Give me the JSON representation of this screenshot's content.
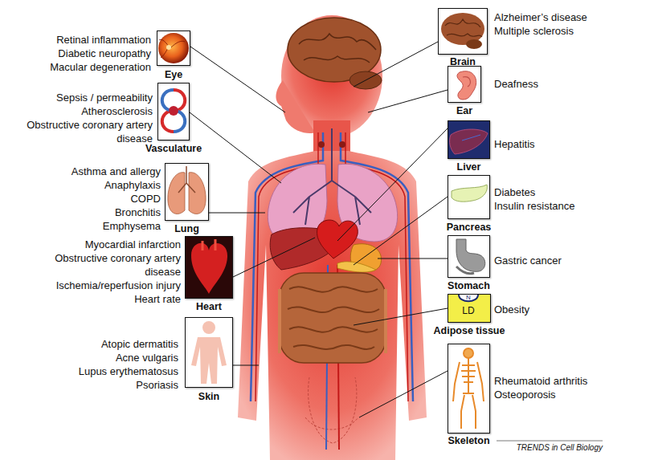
{
  "diagram": {
    "nodes": [
      {
        "text": [
          "Eye",
          "Retinal inflammation",
          "Diabetic neuropathy",
          "Macular degeneration"
        ]
      },
      {
        "text": [
          "Vasculature",
          "Sepsis / permeability",
          "Atherosclerosis",
          "Obstructive coronary artery disease"
        ]
      },
      {
        "text": [
          "Lung",
          "Asthma and allergy",
          "Anaphylaxis",
          "COPD",
          "Bronchitis",
          "Emphysema"
        ]
      },
      {
        "text": [
          "Heart",
          "Myocardial infarction",
          "Obstructive coronary artery disease",
          "Ischemia/reperfusion injury",
          "Heart rate"
        ]
      },
      {
        "text": [
          "Skin",
          "Atopic dermatitis",
          "Acne vulgaris",
          "Lupus erythematosus",
          "Psoriasis"
        ]
      },
      {
        "text": [
          "Brain",
          "Alzheimer’s disease",
          "Multiple sclerosis"
        ]
      },
      {
        "text": [
          "Ear",
          "Deafness"
        ]
      },
      {
        "text": [
          "Liver",
          "Hepatitis"
        ]
      },
      {
        "text": [
          "Pancreas",
          "Diabetes",
          "Insulin resistance"
        ]
      },
      {
        "text": [
          "Stomach",
          "Gastric cancer"
        ]
      },
      {
        "text": [
          "Adipose tissue",
          "Obesity"
        ]
      },
      {
        "text": [
          "Skeleton",
          "Rheumatoid arthritis",
          "Osteoporosis"
        ]
      }
    ],
    "labels": [
      "N",
      "LD",
      "TRENDS in Cell Biology"
    ]
  }
}
